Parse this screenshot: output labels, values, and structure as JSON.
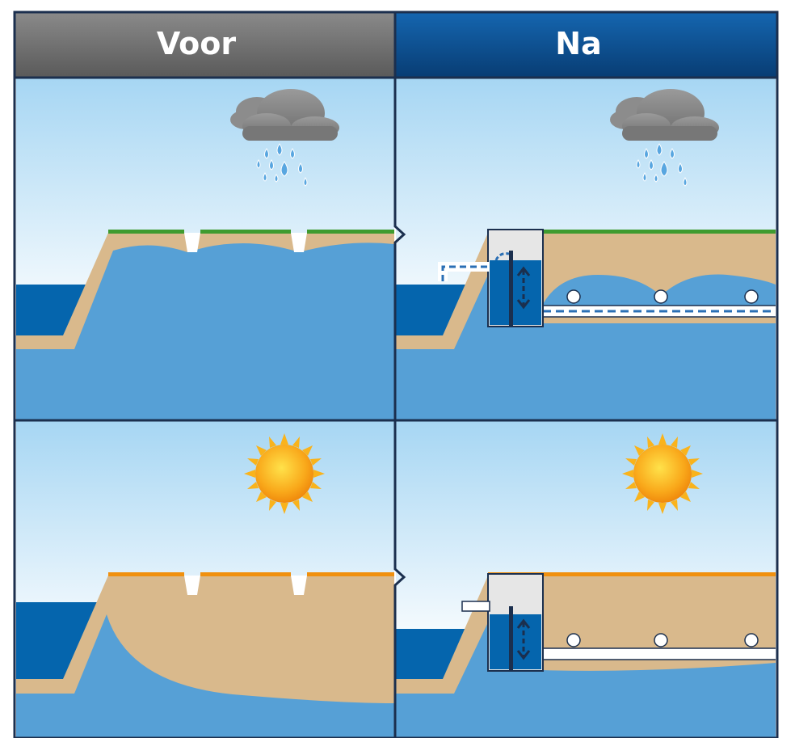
{
  "headers": {
    "before": "Voor",
    "after": "Na"
  },
  "scenarios": [
    {
      "id": "wet",
      "weather": "rain-cloud-icon",
      "surface_color": "#3f9b2f"
    },
    {
      "id": "dry",
      "weather": "sun-icon",
      "surface_color": "#f0900e"
    }
  ],
  "colors": {
    "sky_top": "#a9d7f2",
    "sky_bottom": "#ffffff",
    "sea": "#0565ad",
    "groundwater": "#56a0d6",
    "soil": "#d9b98c",
    "frame": "#1b2f4e",
    "header_before": "#6e6e6e",
    "header_after": "#0a4a8a"
  }
}
